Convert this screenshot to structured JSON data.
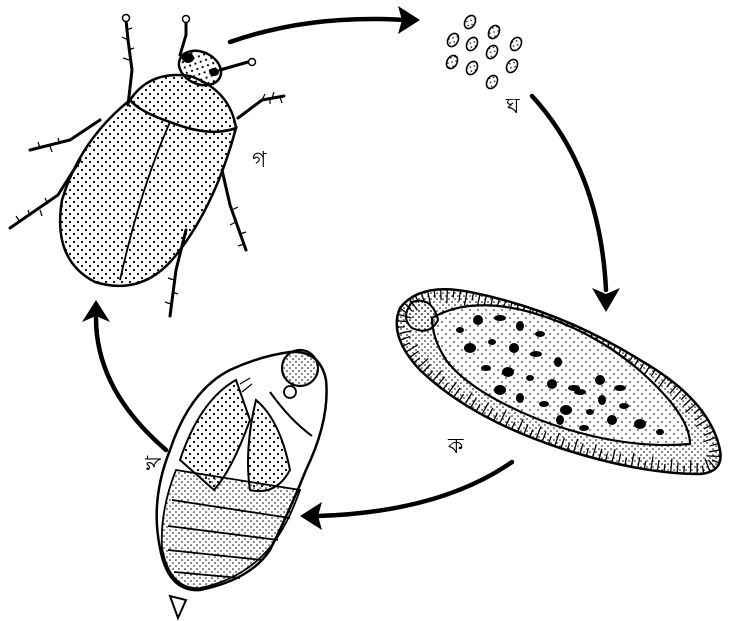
{
  "diagram": {
    "stages": [
      {
        "id": "adult",
        "label": "গ"
      },
      {
        "id": "eggs",
        "label": "ঘ"
      },
      {
        "id": "larva",
        "label": "ক"
      },
      {
        "id": "pupa",
        "label": "খ"
      }
    ]
  },
  "colors": {
    "ink": "#000000",
    "paper": "#ffffff"
  }
}
